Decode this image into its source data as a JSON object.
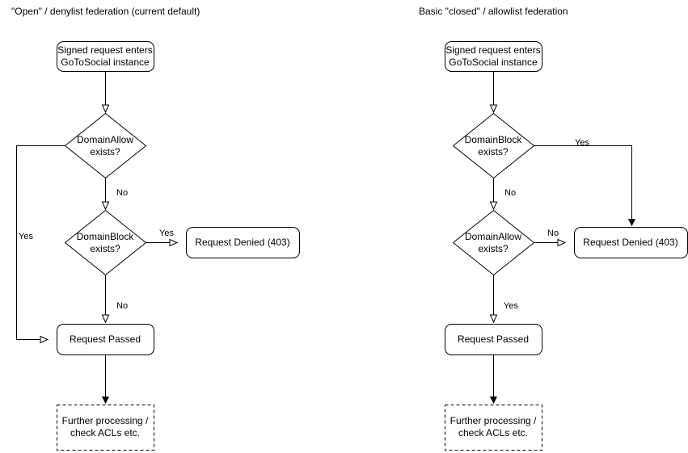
{
  "diagram": {
    "type": "flowchart",
    "title_left": "\"Open\" / denylist federation (current default)",
    "title_right": "Basic \"closed\" / allowlist federation",
    "columns": [
      {
        "id": "open-denylist",
        "title": "\"Open\" / denylist federation (current default)",
        "nodes": [
          {
            "id": "entry",
            "shape": "rounded-rect",
            "label": "Signed request enters\nGoToSocial instance"
          },
          {
            "id": "allow",
            "shape": "diamond",
            "label": "DomainAllow\nexists?"
          },
          {
            "id": "block",
            "shape": "diamond",
            "label": "DomainBlock\nexists?"
          },
          {
            "id": "denied",
            "shape": "rounded-rect",
            "label": "Request Denied (403)"
          },
          {
            "id": "passed",
            "shape": "rounded-rect",
            "label": "Request Passed"
          },
          {
            "id": "further",
            "shape": "dashed-rect",
            "label": "Further processing /\ncheck ACLs etc."
          }
        ],
        "edges": [
          {
            "from": "entry",
            "to": "allow",
            "label": ""
          },
          {
            "from": "allow",
            "to": "block",
            "label": "No"
          },
          {
            "from": "allow",
            "to": "passed",
            "label": "Yes"
          },
          {
            "from": "block",
            "to": "denied",
            "label": "Yes"
          },
          {
            "from": "block",
            "to": "passed",
            "label": "No"
          },
          {
            "from": "passed",
            "to": "further",
            "label": ""
          }
        ]
      },
      {
        "id": "closed-allowlist",
        "title": "Basic \"closed\" / allowlist federation",
        "nodes": [
          {
            "id": "entry",
            "shape": "rounded-rect",
            "label": "Signed request enters\nGoToSocial instance"
          },
          {
            "id": "block",
            "shape": "diamond",
            "label": "DomainBlock\nexists?"
          },
          {
            "id": "allow",
            "shape": "diamond",
            "label": "DomainAllow\nexists?"
          },
          {
            "id": "denied",
            "shape": "rounded-rect",
            "label": "Request Denied (403)"
          },
          {
            "id": "passed",
            "shape": "rounded-rect",
            "label": "Request Passed"
          },
          {
            "id": "further",
            "shape": "dashed-rect",
            "label": "Further processing /\ncheck ACLs etc."
          }
        ],
        "edges": [
          {
            "from": "entry",
            "to": "block",
            "label": ""
          },
          {
            "from": "block",
            "to": "denied",
            "label": "Yes"
          },
          {
            "from": "block",
            "to": "allow",
            "label": "No"
          },
          {
            "from": "allow",
            "to": "denied",
            "label": "No"
          },
          {
            "from": "allow",
            "to": "passed",
            "label": "Yes"
          },
          {
            "from": "passed",
            "to": "further",
            "label": ""
          }
        ]
      }
    ],
    "labels": {
      "entry": "Signed request enters\nGoToSocial instance",
      "domain_allow": "DomainAllow\nexists?",
      "domain_block": "DomainBlock\nexists?",
      "request_denied": "Request Denied (403)",
      "request_passed": "Request Passed",
      "further_processing": "Further processing /\ncheck ACLs etc.",
      "yes": "Yes",
      "no": "No"
    },
    "colors": {
      "stroke": "#000000",
      "text": "#000000",
      "background": "#ffffff",
      "node_fill": "#ffffff"
    }
  }
}
